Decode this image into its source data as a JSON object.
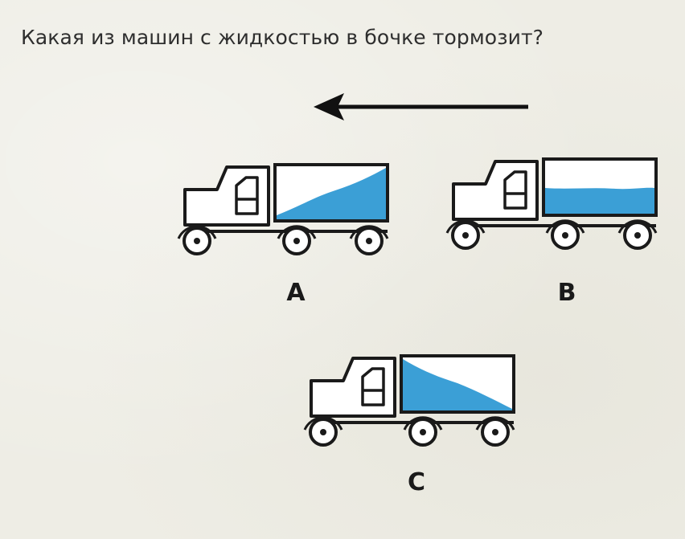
{
  "question": "Какая из машин с жидкостью в бочке тормозит?",
  "direction_arrow": {
    "icon": "left-arrow-icon",
    "points": "left"
  },
  "colors": {
    "background": "#eeede5",
    "water": "#3b9fd6",
    "outline": "#1a1a1a",
    "truck_fill": "#ffffff"
  },
  "trucks": [
    {
      "label": "A",
      "liquid_surface": "rising toward the rear (tilted)"
    },
    {
      "label": "B",
      "liquid_surface": "level"
    },
    {
      "label": "C",
      "liquid_surface": "rising toward the front (tilted)"
    }
  ]
}
